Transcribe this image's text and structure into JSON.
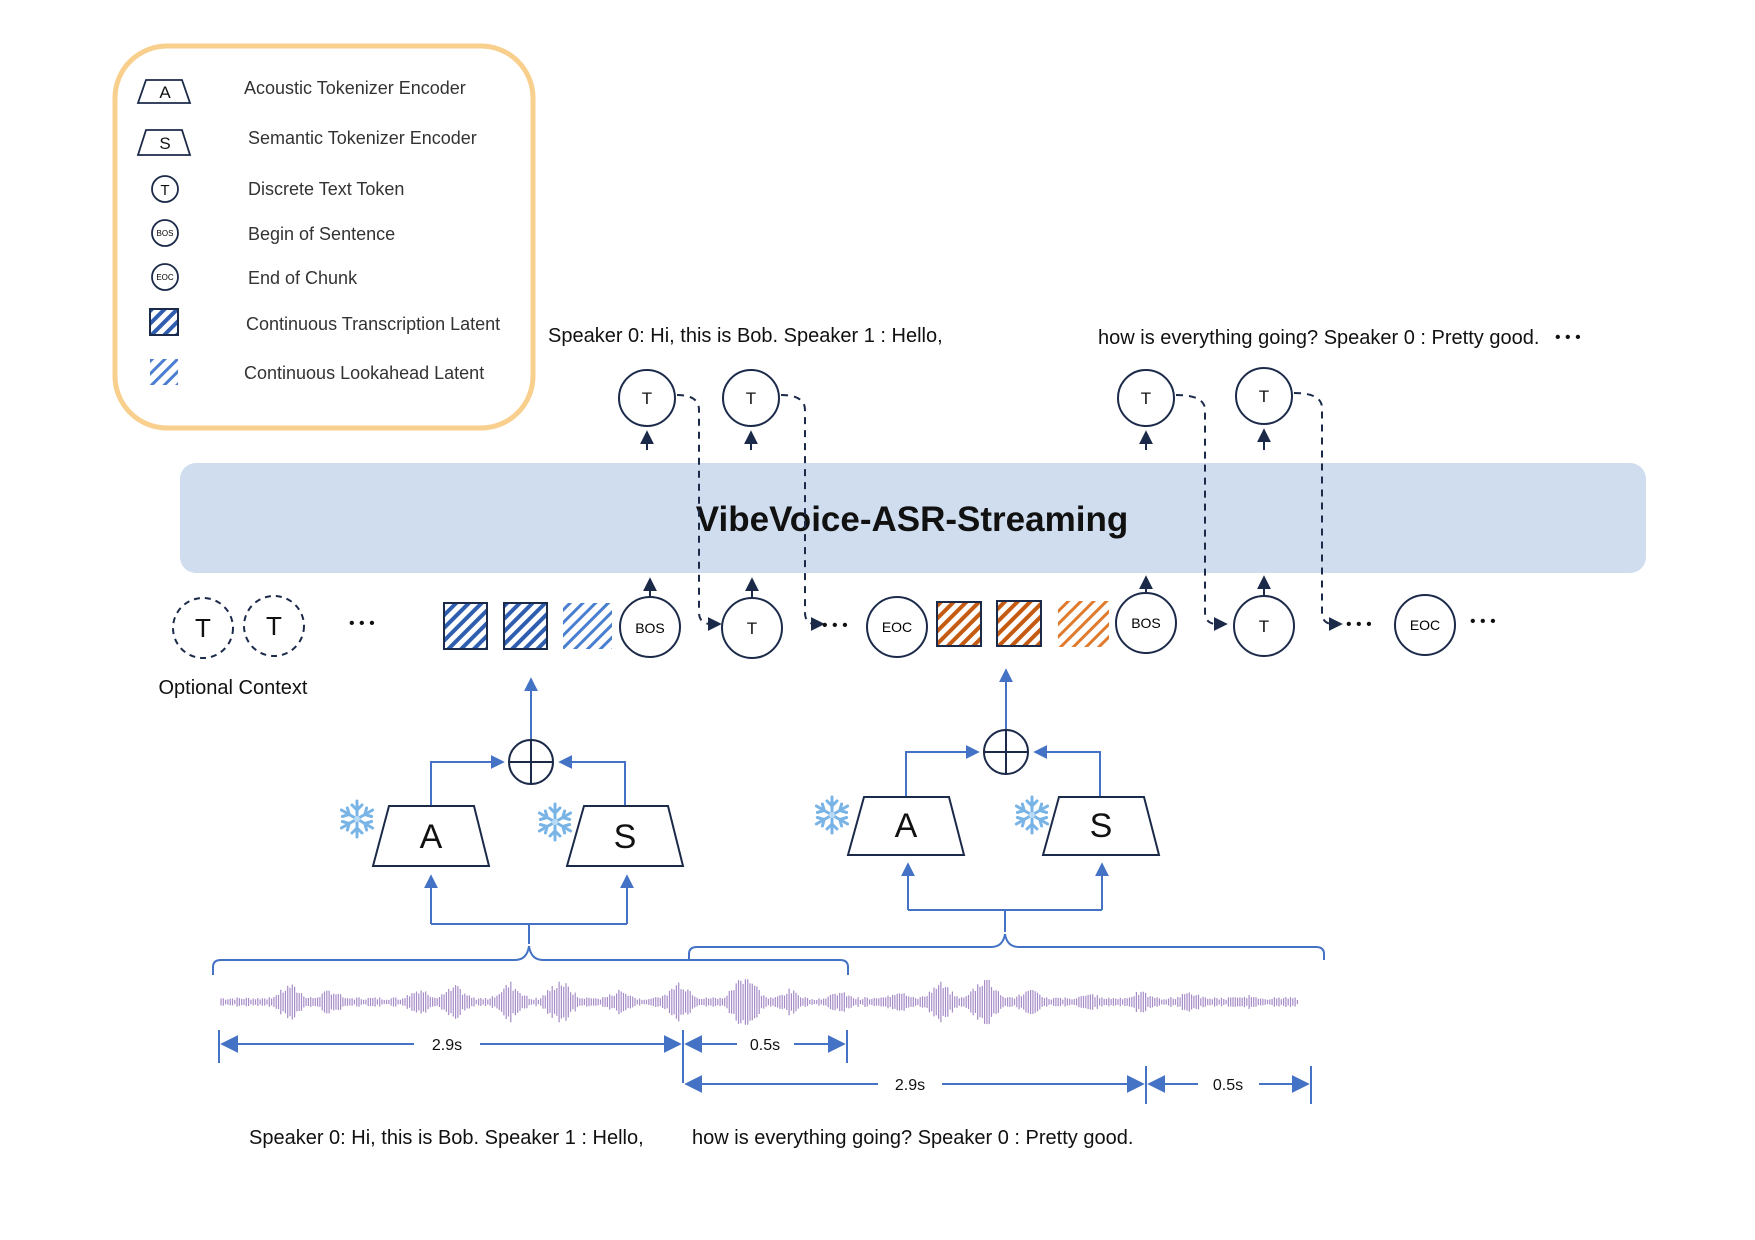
{
  "legend": {
    "items": [
      {
        "symbol": "A",
        "label": "Acoustic Tokenizer Encoder"
      },
      {
        "symbol": "S",
        "label": "Semantic Tokenizer Encoder"
      },
      {
        "symbol": "T",
        "label": "Discrete Text Token"
      },
      {
        "symbol": "BOS",
        "label": "Begin of Sentence"
      },
      {
        "symbol": "EOC",
        "label": "End of Chunk"
      },
      {
        "symbol": "",
        "label": "Continuous Transcription Latent"
      },
      {
        "symbol": "",
        "label": "Continuous Lookahead Latent"
      }
    ]
  },
  "model": {
    "title": "VibeVoice-ASR-Streaming"
  },
  "outputs": {
    "chunk1_text": "Speaker 0: Hi, this is Bob. Speaker 1 : Hello,",
    "chunk2_text": "how is everything going? Speaker 0 : Pretty good.",
    "ellipsis": "• • •"
  },
  "tokens": {
    "text": "T",
    "bos": "BOS",
    "eoc": "EOC",
    "ellipsis": "• • •"
  },
  "context": {
    "label": "Optional Context",
    "token": "T"
  },
  "encoders": {
    "acoustic": "A",
    "semantic": "S"
  },
  "durations": {
    "chunk": "2.9s",
    "lookahead": "0.5s"
  },
  "transcript": {
    "part1": "Speaker 0: Hi, this is Bob. Speaker 1 : Hello,",
    "part2": "how is everything going? Speaker 0 : Pretty good."
  },
  "colors": {
    "legend_border": "#f8cf8c",
    "model_fill": "#cfddef",
    "navy": "#1c2a4a",
    "arrow_blue": "#4472c4",
    "hatch_blue": "#2f5eb0",
    "hatch_orange": "#c55a11",
    "waveform": "#a58cc7"
  },
  "icons": [
    "snowflake-icon"
  ]
}
